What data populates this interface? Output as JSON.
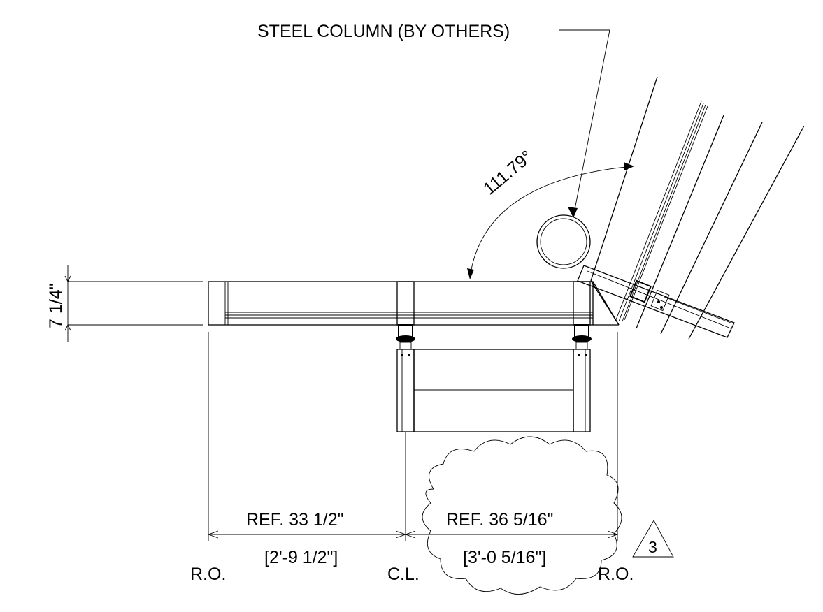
{
  "labels": {
    "steel_column": "STEEL COLUMN (BY OTHERS)",
    "angle": "111.79°",
    "height_dim": "7 1/4\"",
    "left_dim_ref": "REF.  33 1/2\"",
    "left_dim_ft": "[2'-9 1/2\"]",
    "right_dim_ref": "REF.  36 5/16\"",
    "right_dim_ft": "[3'-0 5/16\"]",
    "ro_left": "R.O.",
    "cl": "C.L.",
    "ro_right": "R.O.",
    "revision": "3"
  }
}
